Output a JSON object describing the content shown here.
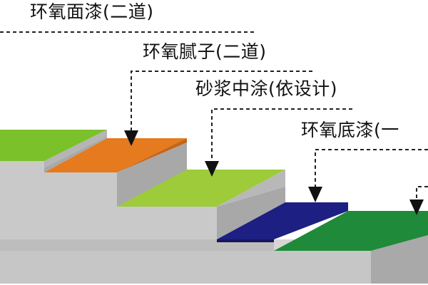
{
  "diagram": {
    "labels": {
      "topcoat": "环氧面漆(二道)",
      "putty": "环氧腻子(二道)",
      "mortar": "砂浆中涂(依设计)",
      "primer": "环氧底漆(一"
    },
    "layer_colors": {
      "topcoat": "#7bc12a",
      "putty": "#e57a1e",
      "mortar": "#9dcb3a",
      "primer": "#1e1f82",
      "substrate": "#1f8a3a",
      "slab_face": "#c9c9c9",
      "slab_top": "#dcdcdc",
      "slab_side": "#a8a8a8"
    }
  }
}
